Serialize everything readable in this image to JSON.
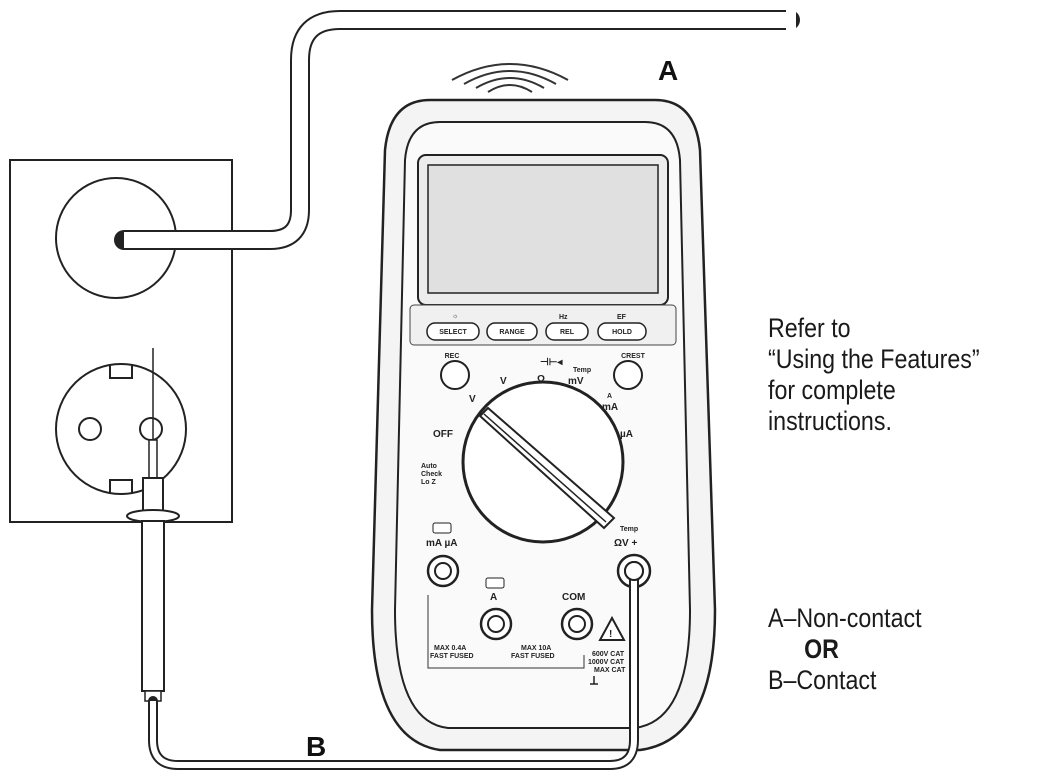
{
  "labels": {
    "a": "A",
    "b": "B"
  },
  "note": {
    "lines": [
      "Refer to",
      "“Using the Features”",
      "for complete",
      "instructions."
    ]
  },
  "legend": {
    "line1": "A–Non-contact",
    "line2": "OR",
    "line3": "B–Contact"
  },
  "meter": {
    "buttons": {
      "select": "SELECT",
      "range": "RANGE",
      "rel": "REL",
      "hold": "HOLD"
    },
    "button_captions": {
      "rel_top": "Hz",
      "hold_top": "EF"
    },
    "round_buttons": {
      "rec": "REC",
      "crest": "CREST"
    },
    "dial_labels": {
      "off": "OFF",
      "v_ac": "V",
      "v_dc": "V",
      "ohm": "Ω",
      "temp_mv": "mV",
      "temp_label": "Temp",
      "a_ma_a": "A",
      "a_ma_ma": "mA",
      "ua": "µA",
      "auto_check": [
        "Auto",
        "Check",
        "Lo Z"
      ]
    },
    "jacks": {
      "ma_ua": "mA µA",
      "a": "A",
      "com": "COM",
      "temp": "Temp",
      "v_plus": "ΩV +"
    },
    "fuse_notes": {
      "left": [
        "MAX 0.4A",
        "FAST FUSED"
      ],
      "middle": [
        "MAX 10A",
        "FAST FUSED"
      ],
      "right": [
        "600V CAT",
        "1000V CAT",
        "MAX CAT"
      ]
    }
  },
  "icons": [
    "outlet-icon",
    "plug-icon",
    "test-probe-icon",
    "warning-triangle-icon",
    "signal-waves-icon"
  ]
}
